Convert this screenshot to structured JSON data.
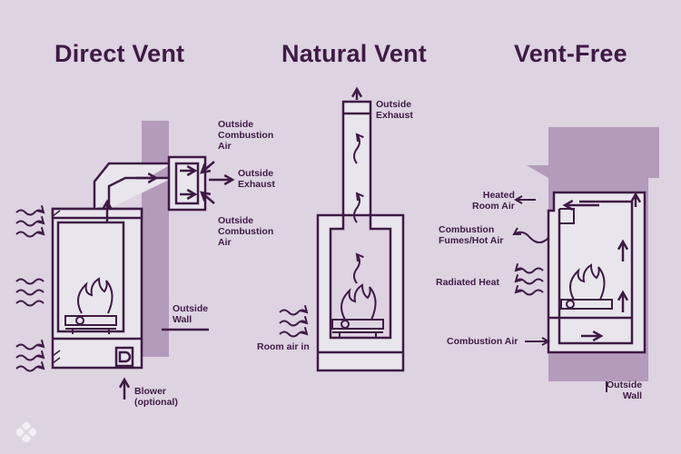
{
  "titles": {
    "direct_vent": "Direct Vent",
    "natural_vent": "Natural Vent",
    "vent_free": "Vent-Free"
  },
  "direct_vent": {
    "outside_combustion_air_top": "Outside\nCombustion\nAir",
    "outside_exhaust": "Outside\nExhaust",
    "outside_combustion_air_bottom": "Outside\nCombustion\nAir",
    "outside_wall": "Outside\nWall",
    "blower": "Blower\n(optional)"
  },
  "natural_vent": {
    "outside_exhaust": "Outside\nExhaust",
    "room_air_in": "Room air in"
  },
  "vent_free": {
    "heated_room_air": "Heated\nRoom Air",
    "combustion_fumes": "Combustion\nFumes/Hot Air",
    "radiated_heat": "Radiated Heat",
    "combustion_air": "Combustion Air",
    "outside_wall": "Outside\nWall"
  },
  "colors": {
    "background": "#ddd3e1",
    "ink": "#3f1a45",
    "firebox_fill": "#e8e6ec",
    "wall_fill": "#b49bbb"
  }
}
